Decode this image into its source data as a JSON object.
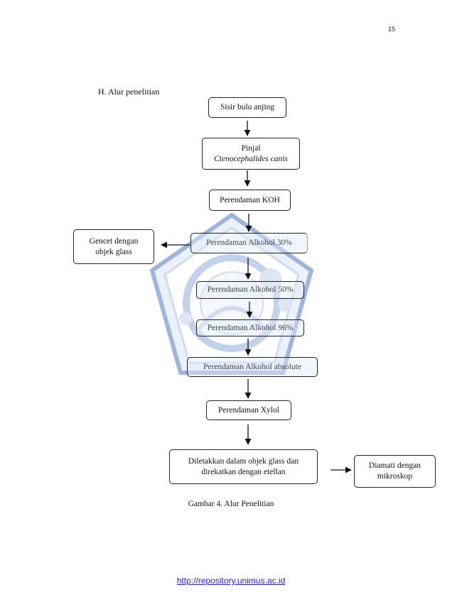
{
  "page": {
    "number": "15",
    "heading": "H.  Alur penelitian",
    "caption": "Gambar 4. Alur Penelitian",
    "footer_link": "http://repository.unimus.ac.id"
  },
  "flowchart": {
    "sisir": "Sisir bulu anjing",
    "pinjal_line1": "Pinjal",
    "pinjal_line2": "Ctenocephalides canis",
    "koh": "Perendaman KOH",
    "alkohol30": "Perendaman Alkohol 30%",
    "gencet_line1": "Gencet dengan",
    "gencet_line2": "objek glass",
    "alkohol50": "Perendaman Alkohol 50%",
    "alkohol96": "Perendaman Alkohol 96%",
    "alkohol_abs": "Perendaman Alkohol absolute",
    "xylol": "Perendaman Xylol",
    "diletakkan_line1": "Diletakkan dalam objek glass dan",
    "diletakkan_line2": "direkatkan dengan etellan",
    "diamati_line1": "Diamati dengan",
    "diamati_line2": "mikroskop"
  },
  "watermark": {
    "icon": "university-seal-icon",
    "color": "#2a5aa8"
  }
}
